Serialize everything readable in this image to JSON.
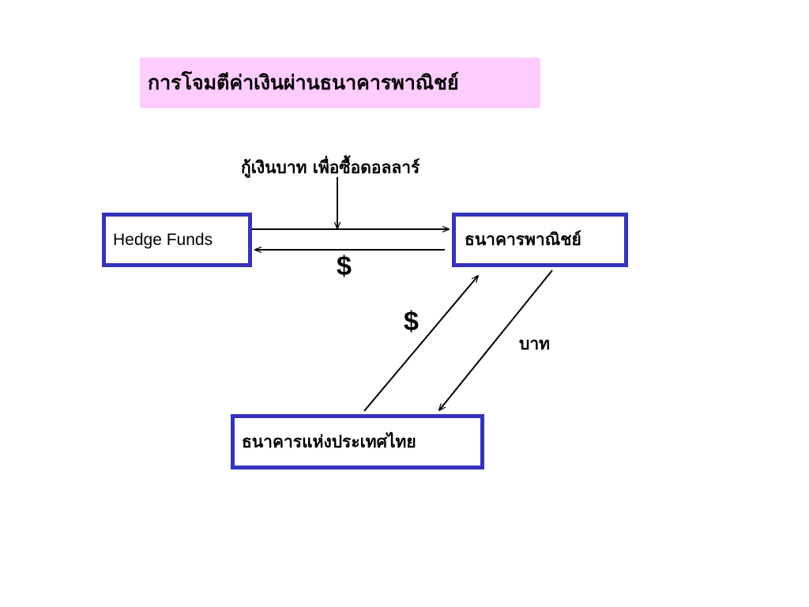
{
  "title": {
    "text": "การโจมตีค่าเงินผ่านธนาคารพาณิชย์",
    "background": "#ffccff"
  },
  "nodes": {
    "hedge_funds": "Hedge Funds",
    "commercial_bank": "ธนาคารพาณิชย์",
    "central_bank": "ธนาคารแห่งประเทศไทย",
    "border_color": "#3333bb"
  },
  "labels": {
    "borrow_note": "กู้เงินบาท เพื่อซื้อดอลลาร์",
    "dollar_top": "$",
    "dollar_diagonal": "$",
    "baht": "บาท"
  },
  "flows": [
    {
      "from": "hedge_funds",
      "to": "commercial_bank",
      "label": "borrow_note"
    },
    {
      "from": "commercial_bank",
      "to": "hedge_funds",
      "label": "dollar_top"
    },
    {
      "from": "central_bank",
      "to": "commercial_bank",
      "label": "dollar_diagonal"
    },
    {
      "from": "commercial_bank",
      "to": "central_bank",
      "label": "baht"
    }
  ]
}
